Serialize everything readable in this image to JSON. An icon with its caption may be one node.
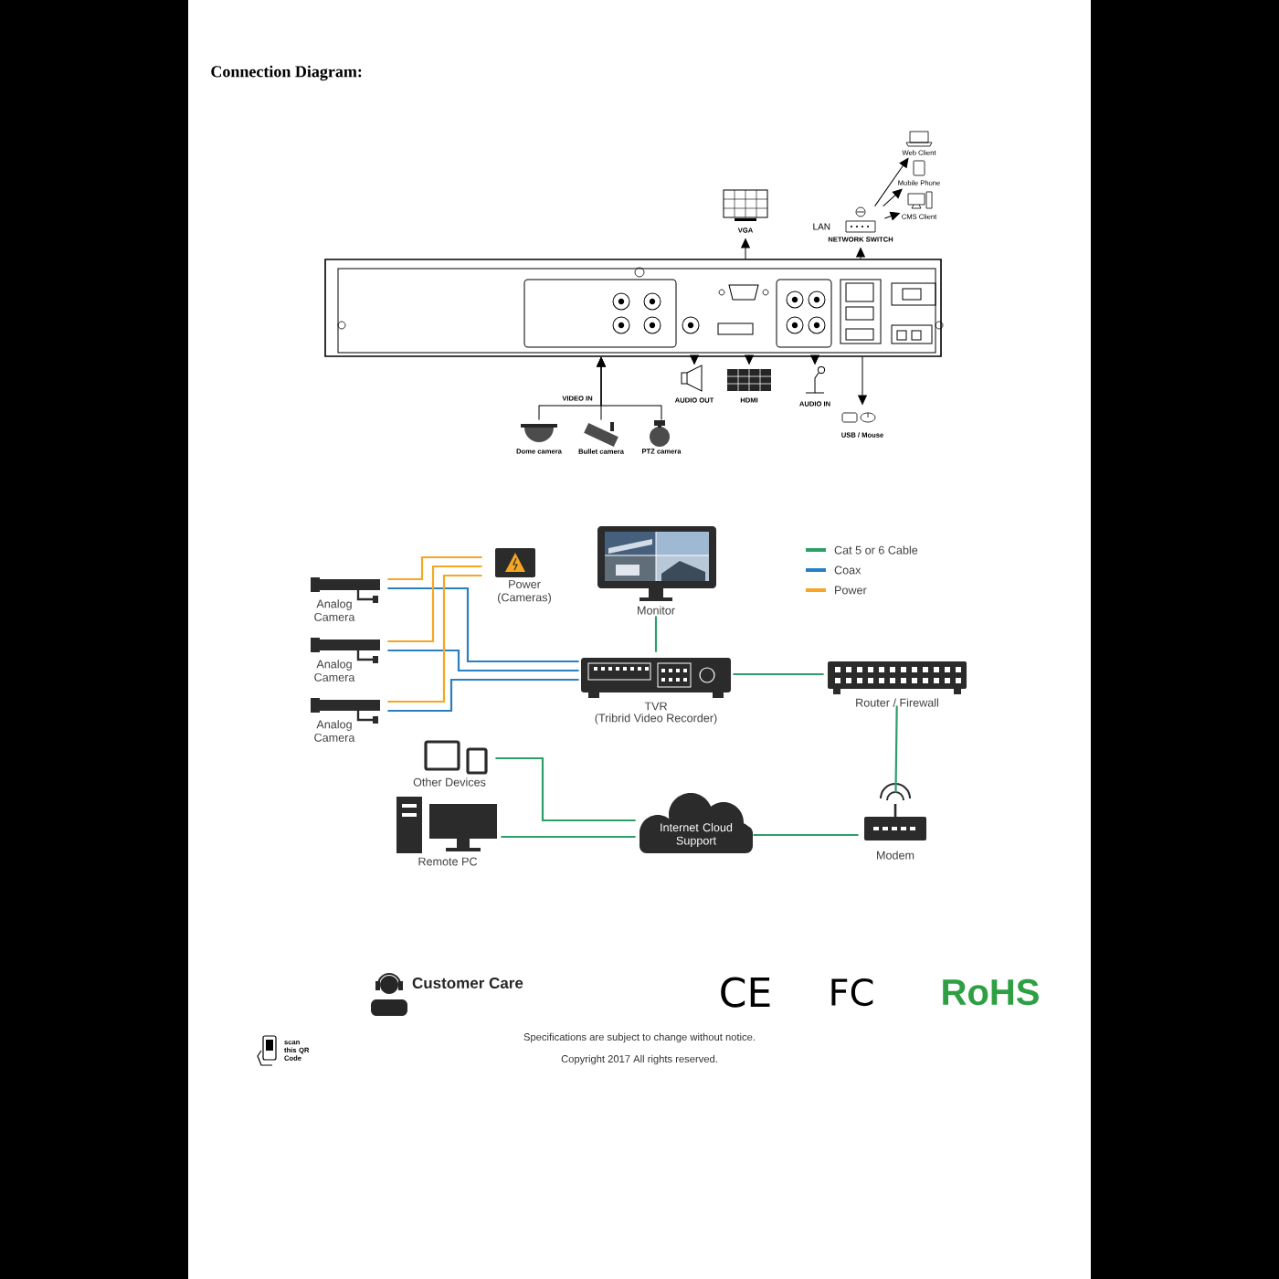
{
  "diagram": {
    "title": "Connection Diagram:",
    "nodes": [
      {
        "text": [],
        "shape": "box"
      },
      {
        "text": [
          "VGA"
        ]
      },
      {
        "text": [
          "NETWORK SWITCH"
        ],
        "beside": [
          "LAN"
        ]
      },
      {
        "text": [
          "Web Client"
        ]
      },
      {
        "text": [
          "Mobile Phone"
        ]
      },
      {
        "text": [
          "CMS Client"
        ]
      },
      {
        "text": [
          "HDMI"
        ]
      },
      {
        "text": [
          "AUDIO OUT"
        ]
      },
      {
        "text": [
          "AUDIO IN"
        ]
      },
      {
        "text": [
          "USB / Mouse"
        ]
      },
      {
        "text": [
          "Dome camera"
        ]
      },
      {
        "text": [
          "Bullet camera"
        ]
      },
      {
        "text": [
          "PTZ camera"
        ]
      },
      {
        "text": [
          "Analog Camera"
        ]
      },
      {
        "text": [
          "Analog Camera"
        ]
      },
      {
        "text": [
          "Analog Camera"
        ]
      },
      {
        "text": [
          "Power (Cameras)"
        ]
      },
      {
        "text": [
          "Monitor"
        ]
      },
      {
        "text": [
          "TVR",
          "(Tribrid Video Recorder)"
        ]
      },
      {
        "text": [
          "Router / Firewall"
        ]
      },
      {
        "text": [
          "Other Devices"
        ]
      },
      {
        "text": [
          "Remote PC"
        ]
      },
      {
        "text": [
          "Internet Cloud Support"
        ]
      },
      {
        "text": [
          "Modem"
        ]
      }
    ],
    "edges": [
      {
        "from": 0,
        "to": 1,
        "arrow": "to"
      },
      {
        "from": 0,
        "to": 2,
        "arrow": "to"
      },
      {
        "from": 2,
        "to": 3,
        "arrow": "to"
      },
      {
        "from": 2,
        "to": 4,
        "arrow": "to"
      },
      {
        "from": 2,
        "to": 5,
        "arrow": "to"
      },
      {
        "from": 0,
        "to": 6,
        "arrow": "to"
      },
      {
        "from": 0,
        "to": 7,
        "arrow": "to"
      },
      {
        "from": 0,
        "to": 8,
        "arrow": "to"
      },
      {
        "from": 0,
        "to": 9,
        "arrow": "to"
      },
      {
        "from": 10,
        "to": 0,
        "arrow": "to"
      },
      {
        "from": 11,
        "to": 0,
        "arrow": "to"
      },
      {
        "from": 12,
        "to": 0,
        "arrow": "to"
      },
      {
        "from": 13,
        "to": 18,
        "arrow": "none",
        "color": "#2a7fc1"
      },
      {
        "from": 14,
        "to": 18,
        "arrow": "none",
        "color": "#2a7fc1"
      },
      {
        "from": 15,
        "to": 18,
        "arrow": "none",
        "color": "#2a7fc1"
      },
      {
        "from": 13,
        "to": 16,
        "arrow": "none",
        "color": "#f5a623"
      },
      {
        "from": 14,
        "to": 16,
        "arrow": "none",
        "color": "#f5a623"
      },
      {
        "from": 15,
        "to": 16,
        "arrow": "none",
        "color": "#f5a623"
      },
      {
        "from": 17,
        "to": 18,
        "arrow": "none",
        "color": "#2e9e6a"
      },
      {
        "from": 18,
        "to": 19,
        "arrow": "none",
        "color": "#2e9e6a"
      },
      {
        "from": 19,
        "to": 23,
        "arrow": "none",
        "color": "#2e9e6a"
      },
      {
        "from": 23,
        "to": 22,
        "arrow": "none",
        "color": "#2e9e6a"
      },
      {
        "from": 22,
        "to": 20,
        "arrow": "none",
        "color": "#2e9e6a"
      },
      {
        "from": 22,
        "to": 21,
        "arrow": "none",
        "color": "#2e9e6a"
      }
    ],
    "labels": [
      "VIDEO IN",
      "Customer Care",
      "scan this QR Code",
      "CE",
      "FC",
      "RoHS",
      "Specifications are subject to change without notice.",
      "Copyright 2017 All rights reserved."
    ],
    "legend": [
      {
        "text": "Cat 5 or 6 Cable",
        "color": "#2e9e6a"
      },
      {
        "text": "Coax",
        "color": "#2a7fc1"
      },
      {
        "text": "Power",
        "color": "#f5a623"
      }
    ]
  }
}
